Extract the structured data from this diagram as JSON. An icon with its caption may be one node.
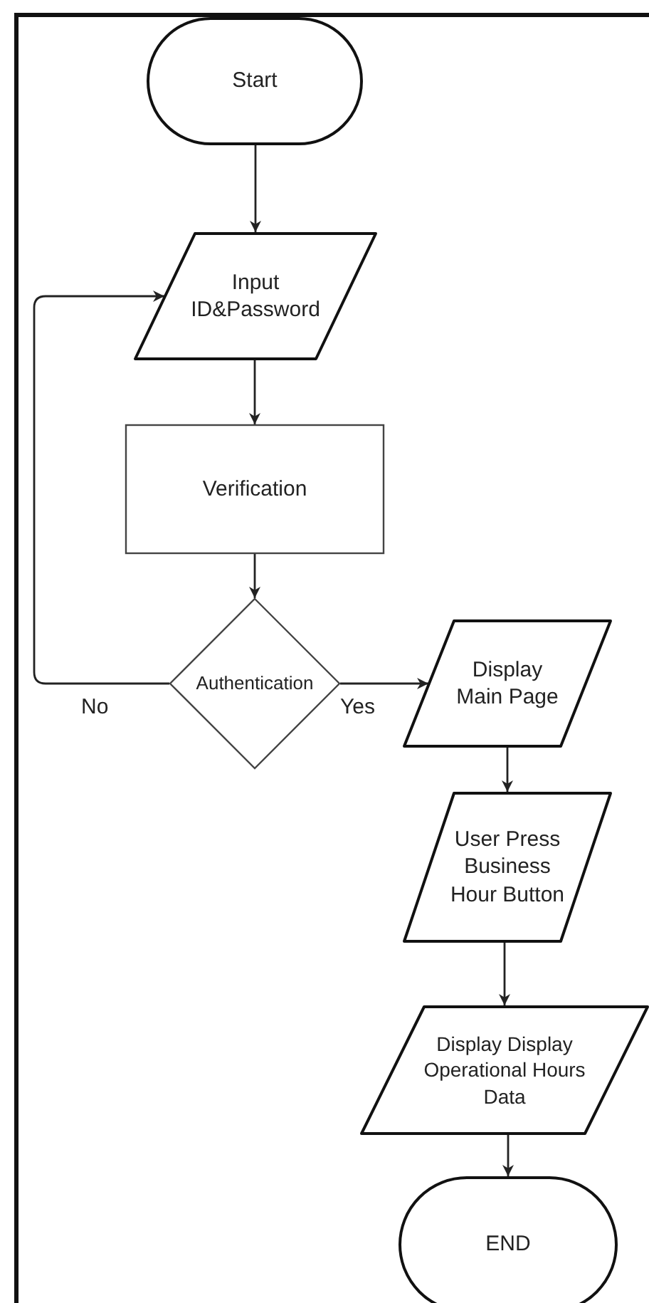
{
  "diagram": {
    "nodes": [
      {
        "text": [
          "Start"
        ]
      },
      {
        "text": [
          "Input ID&Password"
        ]
      },
      {
        "text": [
          "Verification"
        ]
      },
      {
        "text": [
          "Authentication"
        ]
      },
      {
        "text": [
          "Display Main Page"
        ]
      },
      {
        "text": [
          "User Press Business Hour Button"
        ]
      },
      {
        "text": [
          "Display Display Operational Hours Data"
        ]
      },
      {
        "text": [
          "END"
        ]
      }
    ],
    "edges": [
      {
        "from": 0,
        "to": 1,
        "arrow": "to"
      },
      {
        "from": 1,
        "to": 2,
        "arrow": "to"
      },
      {
        "from": 2,
        "to": 3,
        "arrow": "to"
      },
      {
        "from": 3,
        "to": 4,
        "arrow": "to",
        "label": "Yes"
      },
      {
        "from": 3,
        "to": 1,
        "arrow": "to",
        "label": "No"
      },
      {
        "from": 4,
        "to": 5,
        "arrow": "to"
      },
      {
        "from": 5,
        "to": 6,
        "arrow": "to"
      },
      {
        "from": 6,
        "to": 7,
        "arrow": "to"
      }
    ]
  }
}
